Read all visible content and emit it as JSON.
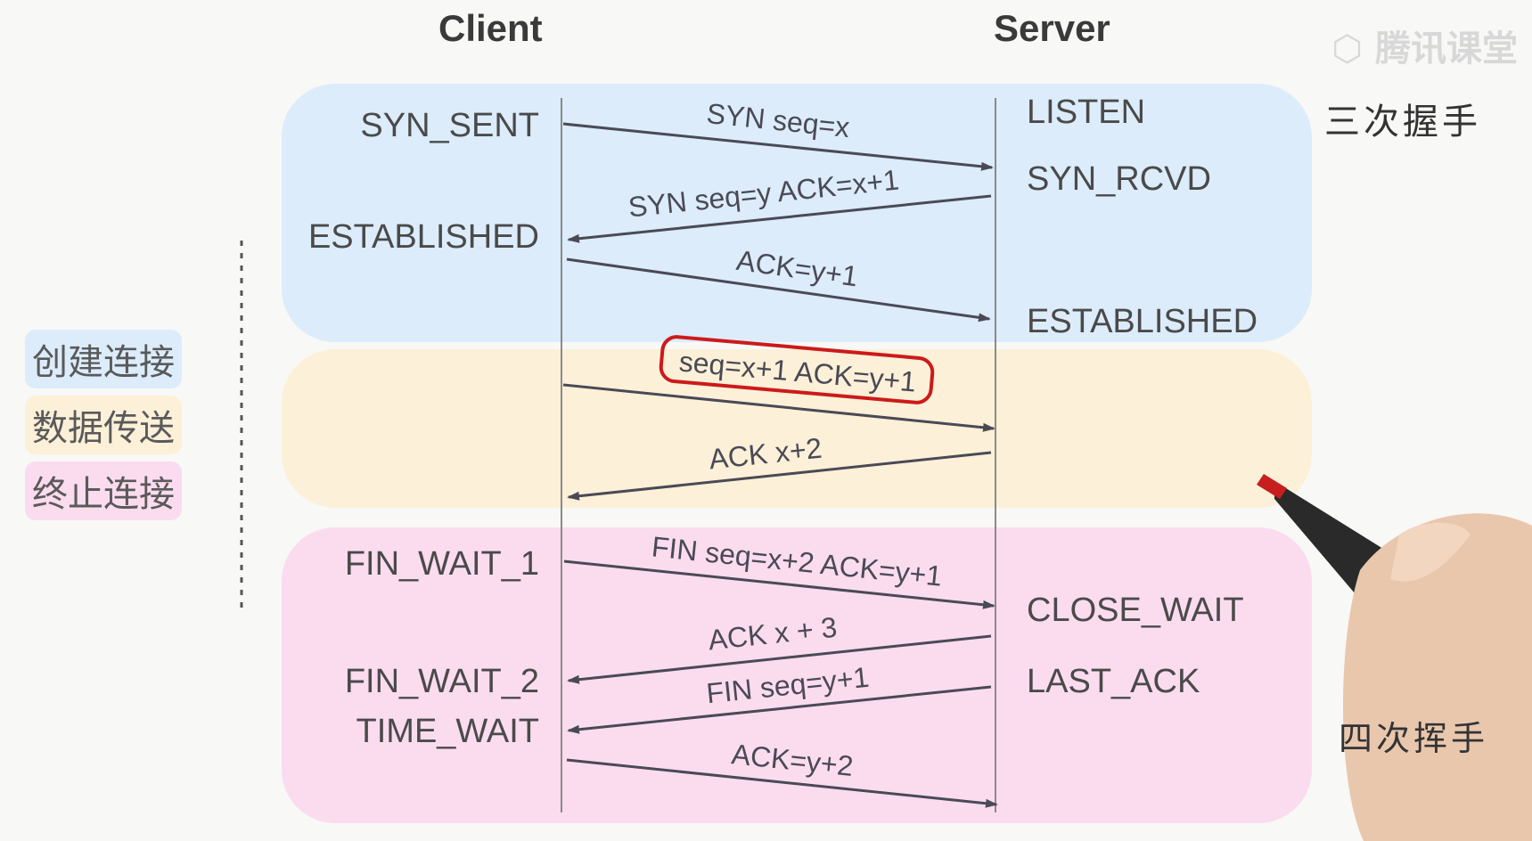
{
  "headers": {
    "client": "Client",
    "server": "Server"
  },
  "watermark": "腾讯课堂",
  "legend": {
    "connect": "创建连接",
    "transfer": "数据传送",
    "terminate": "终止连接"
  },
  "phase_labels": {
    "handshake": "三次握手",
    "wave": "四次挥手"
  },
  "client_states": {
    "syn_sent": "SYN_SENT",
    "established": "ESTABLISHED",
    "fin_wait_1": "FIN_WAIT_1",
    "fin_wait_2": "FIN_WAIT_2",
    "time_wait": "TIME_WAIT"
  },
  "server_states": {
    "listen": "LISTEN",
    "syn_rcvd": "SYN_RCVD",
    "established": "ESTABLISHED",
    "close_wait": "CLOSE_WAIT",
    "last_ack": "LAST_ACK"
  },
  "messages": [
    {
      "label": "SYN seq=x",
      "direction": "client-to-server"
    },
    {
      "label": "SYN seq=y ACK=x+1",
      "direction": "server-to-client"
    },
    {
      "label": "ACK=y+1",
      "direction": "client-to-server"
    },
    {
      "label": "seq=x+1 ACK=y+1",
      "direction": "client-to-server",
      "highlighted": true
    },
    {
      "label": "ACK x+2",
      "direction": "server-to-client"
    },
    {
      "label": "FIN seq=x+2 ACK=y+1",
      "direction": "client-to-server"
    },
    {
      "label": "ACK x + 3",
      "direction": "server-to-client"
    },
    {
      "label": "FIN seq=y+1",
      "direction": "server-to-client"
    },
    {
      "label": "ACK=y+2",
      "direction": "client-to-server"
    }
  ],
  "colors": {
    "connect_band": "#dcecfb",
    "transfer_band": "#fcf0d8",
    "terminate_band": "#fbdcef",
    "highlight_ring": "#cc1a1a",
    "arrow": "#4a4a55"
  }
}
